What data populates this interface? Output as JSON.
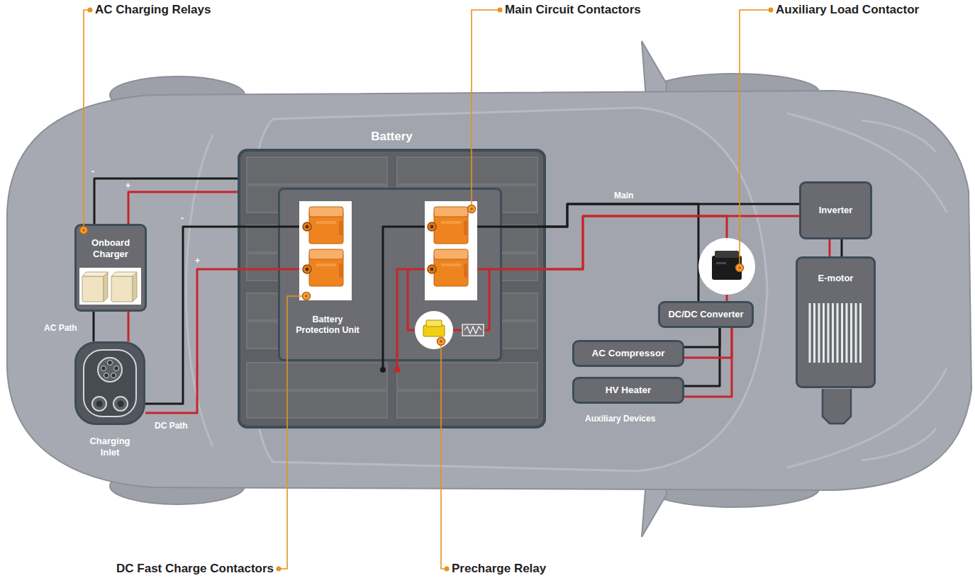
{
  "diagram": {
    "nodes": [
      {
        "text": [
          "Battery"
        ]
      },
      {
        "text": [
          "Battery Protection Unit"
        ],
        "in": 0
      },
      {
        "text": [
          "Onboard Charger"
        ]
      },
      {
        "text": [
          "Charging Inlet"
        ]
      },
      {
        "text": [
          "Inverter"
        ]
      },
      {
        "text": [
          "E-motor"
        ]
      },
      {
        "text": [
          "DC/DC Converter"
        ]
      },
      {
        "text": [
          "AC Compressor"
        ]
      },
      {
        "text": [
          "HV Heater"
        ]
      }
    ],
    "edges": [
      {
        "from": 2,
        "to": 0,
        "label": "-",
        "arrow": "none"
      },
      {
        "from": 2,
        "to": 0,
        "label": "+",
        "arrow": "none"
      },
      {
        "from": 3,
        "to": 2,
        "label": "AC Path",
        "arrow": "none"
      },
      {
        "from": 3,
        "to": 2,
        "arrow": "none"
      },
      {
        "from": 3,
        "to": 1,
        "label": "-",
        "arrow": "none"
      },
      {
        "from": 3,
        "to": 1,
        "label": "+",
        "arrow": "none"
      },
      {
        "from": 1,
        "to": 4,
        "label": "Main",
        "arrow": "none"
      },
      {
        "from": 1,
        "to": 4,
        "arrow": "none"
      },
      {
        "from": 4,
        "to": 5,
        "arrow": "none"
      },
      {
        "from": 4,
        "to": 5,
        "arrow": "none"
      },
      {
        "from": 1,
        "to": 6,
        "arrow": "none"
      },
      {
        "from": 1,
        "to": 6,
        "arrow": "none"
      },
      {
        "from": 6,
        "to": 7,
        "arrow": "none"
      },
      {
        "from": 6,
        "to": 8,
        "arrow": "none"
      },
      {
        "from": 6,
        "to": 7,
        "arrow": "none"
      },
      {
        "from": 6,
        "to": 8,
        "arrow": "none"
      }
    ],
    "labels": [
      "AC Charging Relays",
      "Main Circuit Contactors",
      "Auxiliary Load Contactor",
      "DC Fast Charge Contactors",
      "Precharge Relay",
      "Auxiliary Devices",
      "DC Path"
    ]
  }
}
